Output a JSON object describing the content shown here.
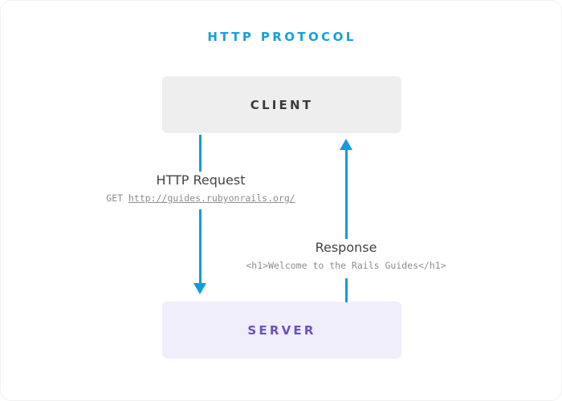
{
  "diagram": {
    "title": "HTTP PROTOCOL",
    "type": "sequence-flow",
    "colors": {
      "title": "#14a0e0",
      "arrow": "#0f9ddb",
      "client_bg": "#eeeeee",
      "client_text": "#3c3c3c",
      "server_bg": "#f1eefb",
      "server_text": "#6c4fc6",
      "label_text": "#434343",
      "detail_text": "#8d8d8d",
      "page_bg": "#ffffff"
    },
    "nodes": [
      {
        "id": "client",
        "label": "CLIENT"
      },
      {
        "id": "server",
        "label": "SERVER"
      }
    ],
    "edges": [
      {
        "id": "request",
        "direction": "client-to-server",
        "title": "HTTP Request",
        "method": "GET ",
        "url": "http://guides.rubyonrails.org/"
      },
      {
        "id": "response",
        "direction": "server-to-client",
        "title": "Response",
        "body": "<h1>Welcome to the Rails Guides</h1>"
      }
    ]
  }
}
